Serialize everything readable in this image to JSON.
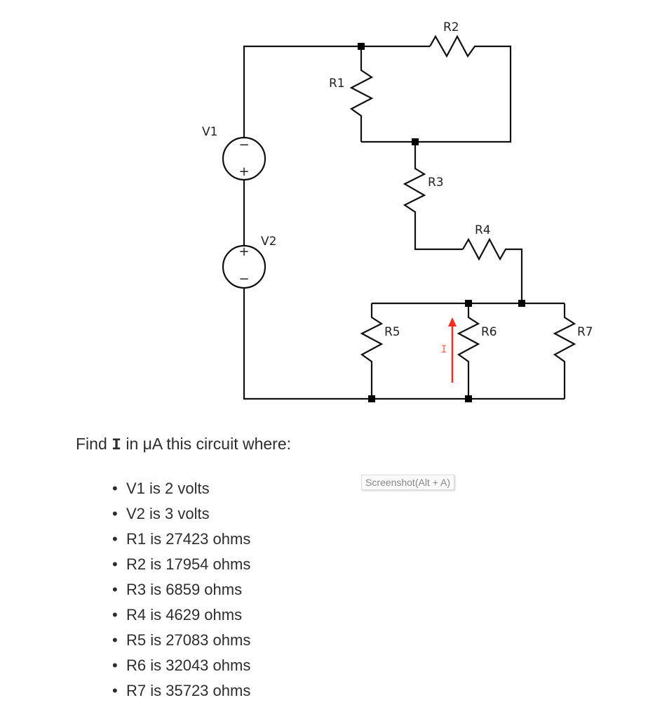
{
  "circuit": {
    "labels": {
      "V1": "V1",
      "V2": "V2",
      "R1": "R1",
      "R2": "R2",
      "R3": "R3",
      "R4": "R4",
      "R5": "R5",
      "R6": "R6",
      "R7": "R7",
      "I": "I"
    },
    "signs": {
      "plus": "+",
      "minus": "−"
    },
    "current_arrow_color": "#ff2a1a"
  },
  "question": {
    "prefix": "Find ",
    "variable": "I",
    "suffix": " in μA this circuit where:"
  },
  "givens": [
    "V1 is 2 volts",
    "V2 is 3 volts",
    "R1 is 27423 ohms",
    "R2 is 17954 ohms",
    "R3 is 6859 ohms",
    "R4 is 4629 ohms",
    "R5 is 27083 ohms",
    "R6 is 32043 ohms",
    "R7 is 35723 ohms"
  ],
  "bullet": "•",
  "tooltip": "Screenshot(Alt + A)"
}
